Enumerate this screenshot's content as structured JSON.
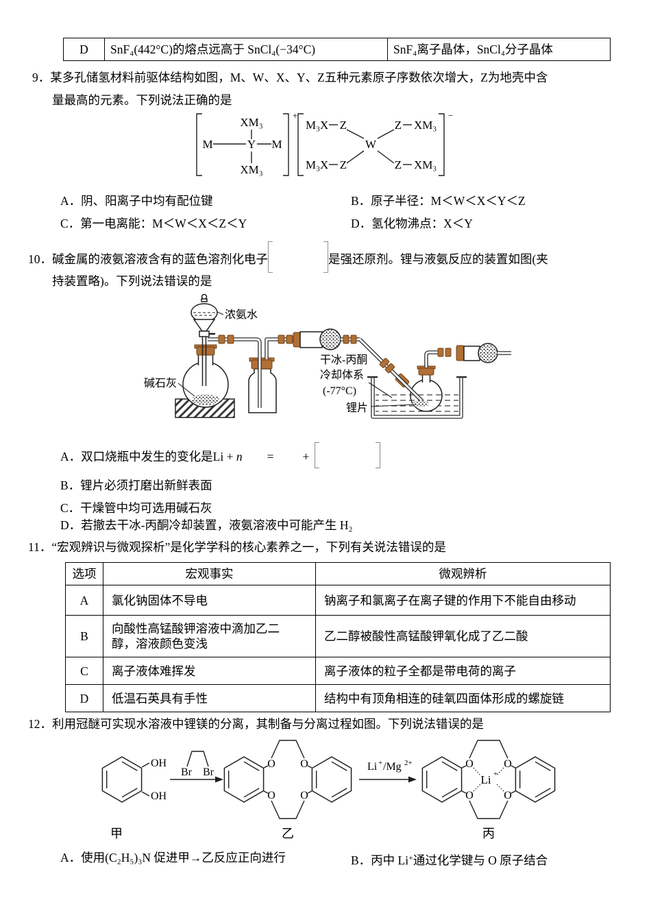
{
  "top_table": {
    "option": "D",
    "fact": "SnF₄(442°C)的熔点远高于 SnCl₄(−34°C)",
    "analysis": "SnF₄离子晶体，SnCl₄分子晶体"
  },
  "q9": {
    "number": "9．",
    "stem1": "某多孔储氢材料前驱体结构如图，M、W、X、Y、Z五种元素原子序数依次增大，Z为地壳中含",
    "stem2": "量最高的元素。下列说法正确的是",
    "cation": {
      "top": "XM₃",
      "left": "M",
      "center": "Y",
      "right": "M",
      "bottom": "XM₃",
      "charge": "+"
    },
    "anion": {
      "tl1": "M₃X",
      "tl2": "Z",
      "tr1": "Z",
      "tr2": "XM₃",
      "center": "W",
      "bl1": "M₃X",
      "bl2": "Z",
      "br1": "Z",
      "br2": "XM₃",
      "charge": "−"
    },
    "optA": "A．阴、阳离子中均有配位键",
    "optB": "B．原子半径：M＜W＜X＜Y＜Z",
    "optC": "C．第一电离能：M＜W＜X＜Z＜Y",
    "optD": "D．氢化物沸点：X＜Y"
  },
  "q10": {
    "number": "10．",
    "stem_before": "碱金属的液氨溶液含有的蓝色溶剂化电子",
    "stem_after": "是强还原剂。锂与液氨反应的装置如图(夹",
    "stem2": "持装置略)。下列说法错误的是",
    "labels": {
      "ammonia": "浓氨水",
      "soda_lime": "碱石灰",
      "cool1": "干冰-丙酮",
      "cool2": "冷却体系",
      "cool3": "(-77°C)",
      "lithium": "锂片"
    },
    "optA_prefix": "A．双口烧瓶中发生的变化是",
    "eq_li": "Li + ",
    "eq_n": "n",
    "eq_equals": "=",
    "eq_plus": "+",
    "optB": "B．锂片必须打磨出新鲜表面",
    "optC": "C．干燥管中均可选用碱石灰",
    "optD": "D．若撤去干冰-丙酮冷却装置，液氨溶液中可能产生 H₂"
  },
  "q11": {
    "number": "11．",
    "stem": "“宏观辨识与微观探析”是化学学科的核心素养之一，下列有关说法错误的是",
    "headers": [
      "选项",
      "宏观事实",
      "微观辨析"
    ],
    "rows": [
      {
        "opt": "A",
        "fact": "氯化钠固体不导电",
        "analysis": "钠离子和氯离子在离子键的作用下不能自由移动"
      },
      {
        "opt": "B",
        "fact": "向酸性高锰酸钾溶液中滴加乙二醇，溶液颜色变浅",
        "analysis": "乙二醇被酸性高锰酸钾氧化成了乙二酸"
      },
      {
        "opt": "C",
        "fact": "离子液体难挥发",
        "analysis": "离子液体的粒子全都是带电荷的离子"
      },
      {
        "opt": "D",
        "fact": "低温石英具有手性",
        "analysis": "结构中有顶角相连的硅氧四面体形成的螺旋链"
      }
    ]
  },
  "q12": {
    "number": "12．",
    "stem": "利用冠醚可实现水溶液中锂镁的分离，其制备与分离过程如图。下列说法错误的是",
    "labels": {
      "oh": "OH",
      "br": "Br",
      "o": "O",
      "jia": "甲",
      "yi": "乙",
      "bing": "丙",
      "arrow2_a": "Li",
      "arrow2_asup": "+",
      "arrow2_b": "/Mg",
      "arrow2_bsup": "2+",
      "li": "Li",
      "li_sup": "+"
    },
    "optA": "A．使用(C₂H₅)₃N 促进甲→乙反应正向进行",
    "optB_1": "B．丙中 Li",
    "optB_sup": "+",
    "optB_2": "通过化学键与 O 原子结合"
  }
}
